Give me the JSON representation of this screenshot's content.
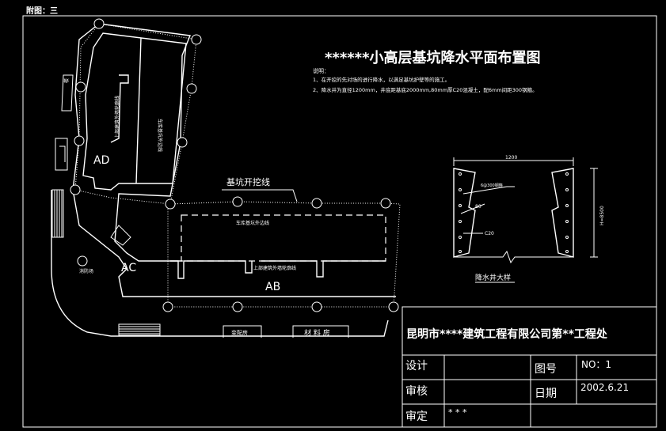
{
  "appendix_label": "附图：三",
  "drawing_title": "******小高层基坑降水平面布置图",
  "notes": {
    "heading": "说明：",
    "line1": "1、在开挖的先对场的进行降水，以满足基坑护壁等的施工。",
    "line2": "2、降水井为直径1200mm，井底距基底2000mm,80mm厚C20混凝土，配6mm间距300钢箍。"
  },
  "plan": {
    "zone_ad": "AD",
    "zone_ac": "AC",
    "zone_ab": "AB",
    "excavation_line_label": "基坑开挖线",
    "ad_inner_label_1": "上部建筑外墙轮廓线",
    "ad_inner_label_2": "车库基坑外边线",
    "ab_inner_label_1": "车库基坑外边线",
    "ab_inner_label_2": "上部建筑外墙轮廓线",
    "road_label": "消防场",
    "road_label_2": "楼",
    "room_left": "变配房",
    "room_right": "材 料 房"
  },
  "detail": {
    "caption": "降水井大样",
    "dim_width": "1200",
    "dim_height": "H=8500",
    "label_bars": "6@300钢箍",
    "label_80": "80",
    "label_c20": "C20"
  },
  "title_block": {
    "company": "昆明市****建筑工程有限公司第**工程处",
    "design_label": "设计",
    "design_value": "",
    "drawing_no_label": "图号",
    "drawing_no_value": "NO：1",
    "review_label": "审核",
    "review_value": "",
    "date_label": "日期",
    "date_value": "2002.6.21",
    "approve_label": "审定",
    "approve_value": "* * *"
  }
}
